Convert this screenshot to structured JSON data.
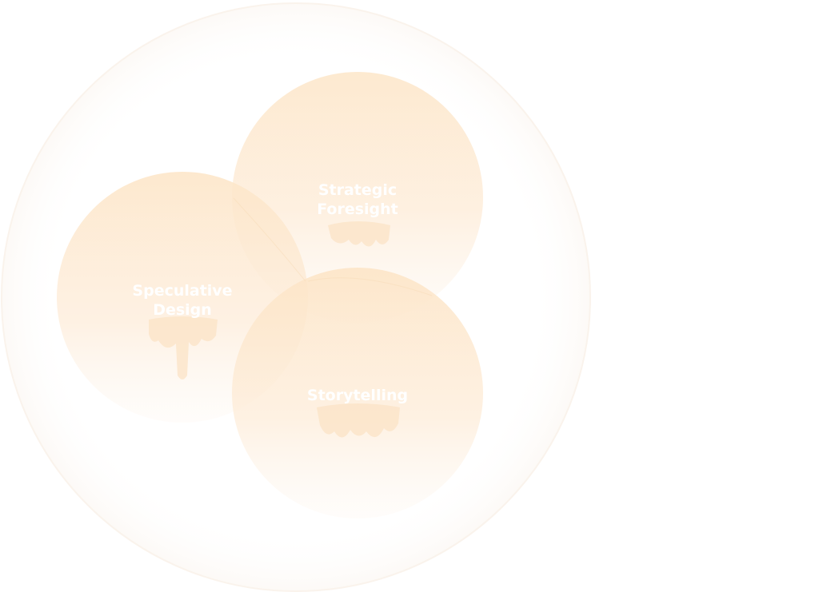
{
  "colors": {
    "background": "#ffffff",
    "circle_fill": "#fde9cf",
    "outer_ring": "#fbf3ea",
    "label_text": "#ffffff",
    "drip": "#fbead8"
  },
  "circles": {
    "strategic": {
      "line1": "Strategic",
      "line2": "Foresight"
    },
    "speculative": {
      "line1": "Speculative",
      "line2": "Design"
    },
    "storytelling": {
      "line1": "Storytelling"
    }
  },
  "side_text": {
    "line1": "",
    "line2": ""
  }
}
